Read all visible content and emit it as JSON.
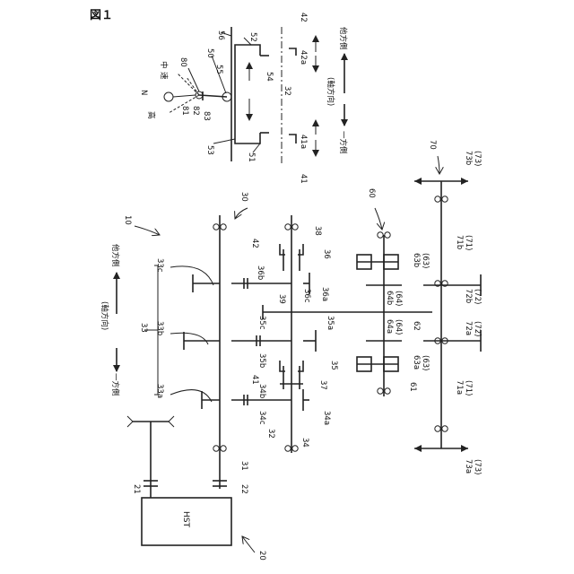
{
  "figure": {
    "title": "図１"
  },
  "block": {
    "hst": "HST"
  },
  "top_labels": {
    "l56": "56",
    "l52": "52",
    "l50": "50",
    "l55": "55",
    "l54": "54",
    "l42": "42",
    "l42a": "42a",
    "l32": "32",
    "l53": "53",
    "l51": "51",
    "l41": "41",
    "l41a": "41a",
    "l80": "80",
    "l81": "81",
    "l82": "82",
    "l83": "83",
    "N": "N",
    "mid": "中",
    "speed": "速",
    "high": "高",
    "axial": "(軸方向)",
    "one_side": "一方側",
    "other_side": "他方側"
  },
  "main_labels": {
    "l10": "10",
    "l30": "30",
    "l60": "60",
    "l70": "70",
    "l33": "33",
    "l33a": "33a",
    "l33b": "33b",
    "l33c": "33c",
    "axial": "(軸方向)",
    "one_side": "一方側",
    "other_side": "他方側",
    "l42": "42",
    "l36b": "36b",
    "l36c": "36c",
    "l36a": "36a",
    "l36": "36",
    "l38": "38",
    "l39": "39",
    "l35c": "35c",
    "l35b": "35b",
    "l35a": "35a",
    "l35": "35",
    "l41": "41",
    "l34b": "34b",
    "l34c": "34c",
    "l37": "37",
    "l32": "32",
    "l34": "34",
    "l34a": "34a",
    "l31": "31",
    "l22": "22",
    "l21": "21",
    "l20": "20",
    "l63b": "63b",
    "l63b_p": "(63)",
    "l64b": "64b",
    "l64b_p": "(64)",
    "l64a": "64a",
    "l64a_p": "(64)",
    "l63a": "63a",
    "l63a_p": "(63)",
    "l62": "62",
    "l61": "61",
    "l73b": "73b",
    "l73b_p": "(73)",
    "l71b": "71b",
    "l71b_p": "(71)",
    "l72b": "72b",
    "l72b_p": "(72)",
    "l72a": "72a",
    "l72a_p": "(72)",
    "l71a": "71a",
    "l71a_p": "(71)",
    "l73a": "73a",
    "l73a_p": "(73)"
  }
}
